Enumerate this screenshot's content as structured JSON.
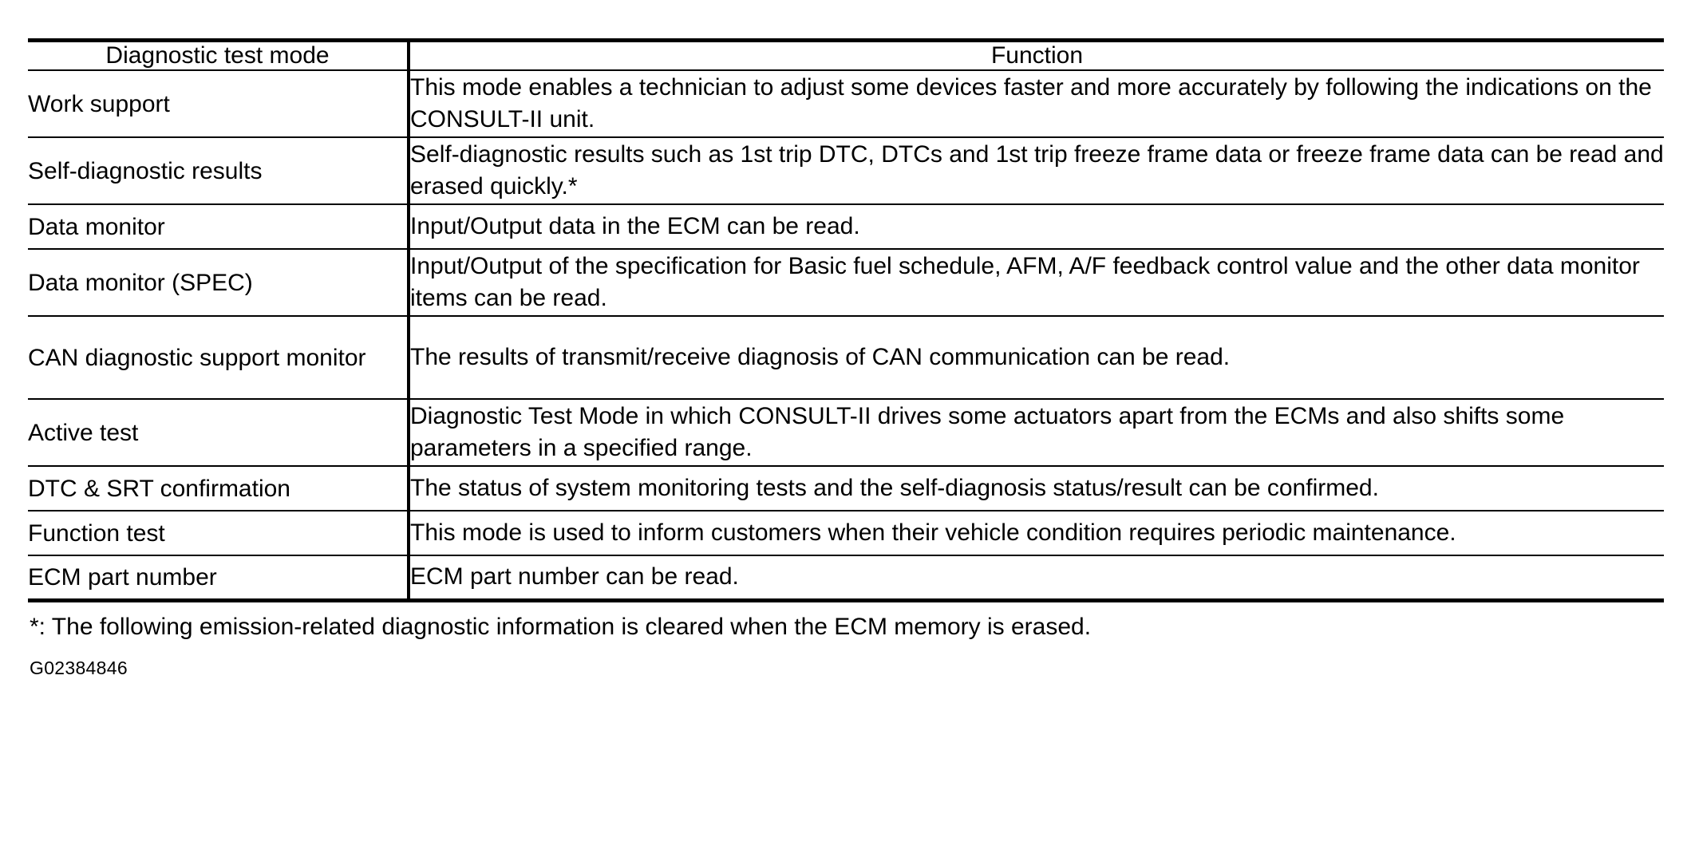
{
  "table": {
    "headers": {
      "mode": "Diagnostic test mode",
      "function": "Function"
    },
    "rows": [
      {
        "mode": "Work support",
        "function": "This mode enables a technician to adjust some devices faster and more accurately by following the indications on the CONSULT-II unit."
      },
      {
        "mode": "Self-diagnostic results",
        "function": "Self-diagnostic results such as 1st trip DTC, DTCs and 1st trip freeze frame data or freeze frame data can be read and erased quickly.*"
      },
      {
        "mode": "Data monitor",
        "function": "Input/Output data in the ECM can be read."
      },
      {
        "mode": "Data monitor (SPEC)",
        "function": "Input/Output of the specification for Basic fuel schedule, AFM, A/F feedback control value and the other data monitor items can be read."
      },
      {
        "mode": "CAN diagnostic support monitor",
        "function": "The results of transmit/receive diagnosis of CAN communication can be read."
      },
      {
        "mode": "Active test",
        "function": "Diagnostic Test Mode in which CONSULT-II drives some actuators apart from the ECMs and also shifts some parameters in a specified range."
      },
      {
        "mode": "DTC & SRT confirmation",
        "function": "The status of system monitoring tests and the self-diagnosis status/result can be confirmed."
      },
      {
        "mode": "Function test",
        "function": "This mode is used to inform customers when their vehicle condition requires periodic maintenance."
      },
      {
        "mode": "ECM part number",
        "function": "ECM part number can be read."
      }
    ]
  },
  "footnote": "*: The following emission-related diagnostic information is cleared when the ECM memory is erased.",
  "figure_id": "G02384846",
  "colors": {
    "text": "#000000",
    "rule": "#000000",
    "background": "#ffffff"
  }
}
